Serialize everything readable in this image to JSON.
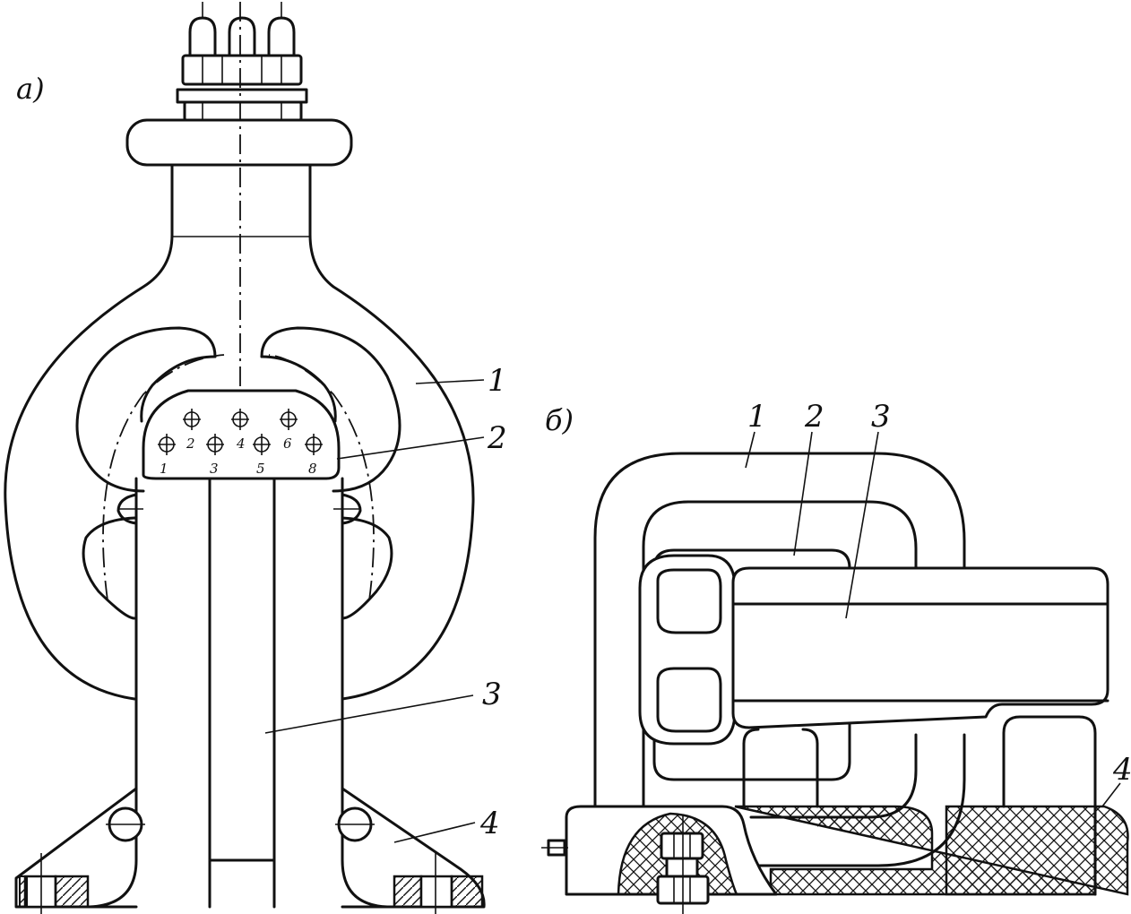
{
  "figure_a": {
    "tag": "а)",
    "callouts": [
      "1",
      "2",
      "3",
      "4"
    ],
    "terminals": [
      "1",
      "2",
      "3",
      "4",
      "5",
      "6",
      "8"
    ]
  },
  "figure_b": {
    "tag": "б)",
    "callouts": [
      "1",
      "2",
      "3",
      "4"
    ]
  }
}
